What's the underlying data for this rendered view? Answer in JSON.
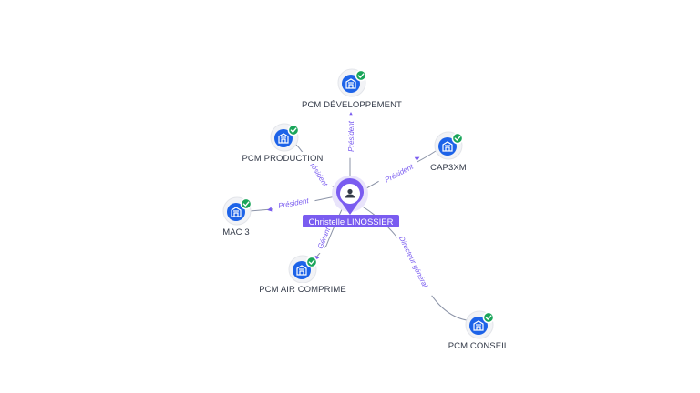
{
  "center": {
    "name": "Christelle LINOSSIER",
    "icon": "person-icon"
  },
  "companies": [
    {
      "id": "pcm-developpement",
      "name": "PCM DÉVELOPPEMENT",
      "relation": "Président",
      "status": "verified-check-icon"
    },
    {
      "id": "pcm-production",
      "name": "PCM PRODUCTION",
      "relation": "Président",
      "status": "verified-check-icon"
    },
    {
      "id": "cap3xm",
      "name": "CAP3XM",
      "relation": "Président",
      "status": "verified-check-icon"
    },
    {
      "id": "mac-3",
      "name": "MAC 3",
      "relation": "Président",
      "status": "verified-check-icon"
    },
    {
      "id": "pcm-air-comprime",
      "name": "PCM AIR COMPRIME",
      "relation": "Gérant",
      "status": "verified-check-icon"
    },
    {
      "id": "pcm-conseil",
      "name": "PCM CONSEIL",
      "relation": "Directeur général",
      "status": "verified-check-icon"
    }
  ],
  "colors": {
    "accent": "#7a5cf0",
    "company_icon": "#1d63e8",
    "verified": "#1aa55a",
    "edge": "#8b93a7",
    "label_text": "#333a48"
  },
  "company_icon": "building-icon"
}
